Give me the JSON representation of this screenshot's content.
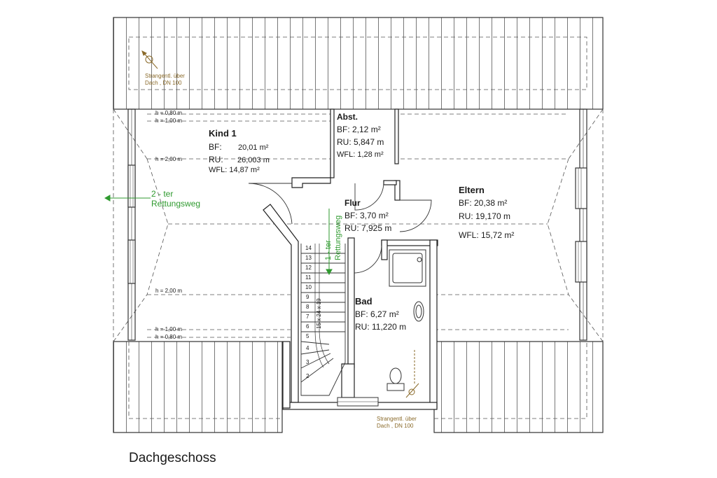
{
  "caption": "Dachgeschoss",
  "rooms": {
    "kind1": {
      "name": "Kind 1",
      "bf_label": "BF:",
      "bf_value": "20,01 m²",
      "ru_label": "RU:",
      "ru_value": "26,003 m",
      "wfl": "WFL: 14,87 m²"
    },
    "abst": {
      "name": "Abst.",
      "bf": "BF:   2,12 m²",
      "ru": "RU: 5,847 m",
      "wfl": "WFL: 1,28 m²"
    },
    "flur": {
      "name": "Flur",
      "bf": "BF:   3,70 m²",
      "ru": "RU: 7,925 m"
    },
    "eltern": {
      "name": "Eltern",
      "bf": "BF:    20,38 m²",
      "ru": "RU:   19,170 m",
      "wfl": "WFL: 15,72 m²"
    },
    "bad": {
      "name": "Bad",
      "bf": "BF:     6,27 m²",
      "ru": "RU: 11,220 m"
    }
  },
  "heights": {
    "top_080": "h = 0,80 m",
    "top_100": "h = 1,00 m",
    "top_200": "h = 2,00 m",
    "bot_200": "h = 2,00 m",
    "bot_100": "h = 1,00 m",
    "bot_080": "h = 0,80 m"
  },
  "notes": {
    "strang_top_1": "Strangentl. über",
    "strang_top_2": "Dach , DN 100",
    "strang_bot_1": "Strangentl. über",
    "strang_bot_2": "Dach , DN 100"
  },
  "escape": {
    "second_1": "2 - ter",
    "second_2": "Rettungsweg",
    "first_1": "1 - ter",
    "first_2": "Rettungsweg"
  },
  "stairs": {
    "steps": [
      "14",
      "13",
      "12",
      "11",
      "10",
      "9",
      "8",
      "7",
      "6",
      "5",
      "4",
      "3",
      "2"
    ],
    "spec": "15 x 24 x 19"
  },
  "colors": {
    "line": "#333333",
    "note": "#8a6a2a",
    "escape": "#2f9a2f"
  }
}
